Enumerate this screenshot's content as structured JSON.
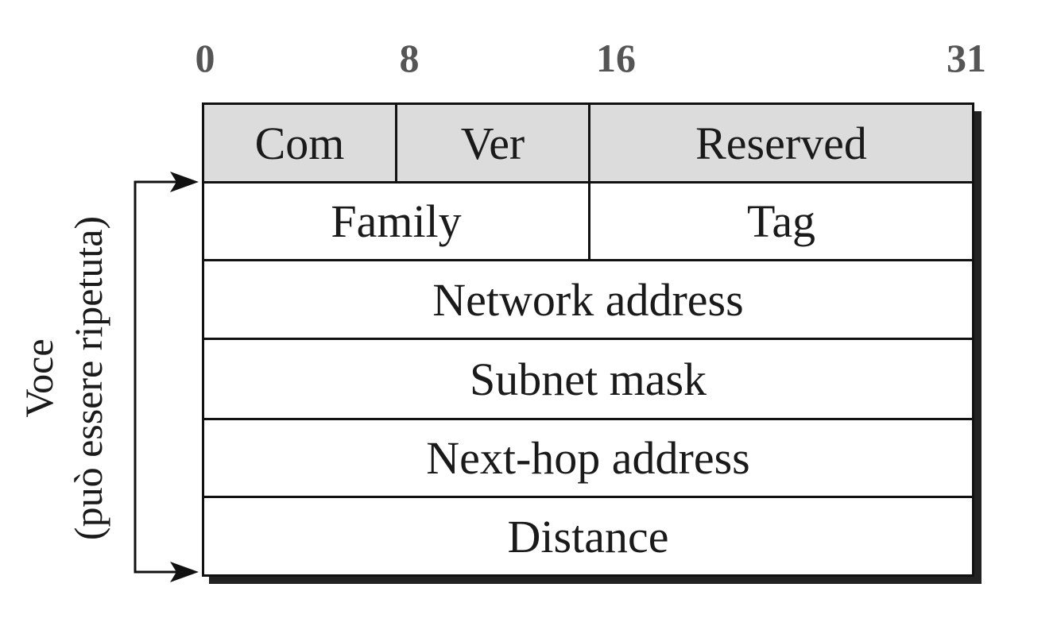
{
  "bit_positions": [
    "0",
    "8",
    "16",
    "31"
  ],
  "header_fields": [
    "Com",
    "Ver",
    "Reserved"
  ],
  "entry_fields": {
    "family": "Family",
    "tag": "Tag",
    "network_address": "Network address",
    "subnet_mask": "Subnet mask",
    "next_hop_address": "Next-hop address",
    "distance": "Distance"
  },
  "repeat_label": {
    "line1": "Voce",
    "line2": "(può essere ripetuta)"
  },
  "colors": {
    "header_fill": "#dcdcdc",
    "border": "#111111",
    "bit_label": "#555555"
  }
}
